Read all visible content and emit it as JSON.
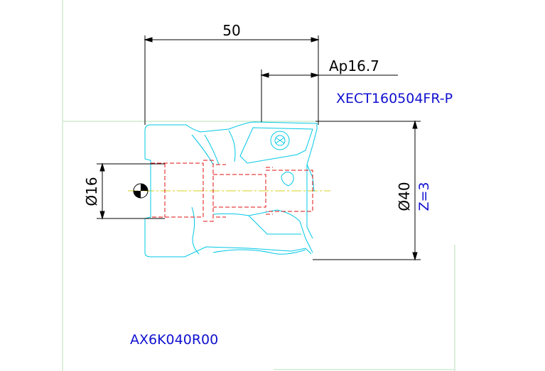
{
  "drawing": {
    "dim_length": "50",
    "dim_ap": "Ap16.7",
    "insert_code": "XECT160504FR-P",
    "dim_shank": "Ø16",
    "dim_diameter": "Ø40",
    "teeth": "Z=3",
    "part_number": "AX6K040R00"
  },
  "colors": {
    "outline": "#00c8e6",
    "hidden": "#e01010",
    "dimension": "#000000",
    "annotation": "#1010d0",
    "frame": "#b8e2b8",
    "centerline": "#d8d020"
  }
}
